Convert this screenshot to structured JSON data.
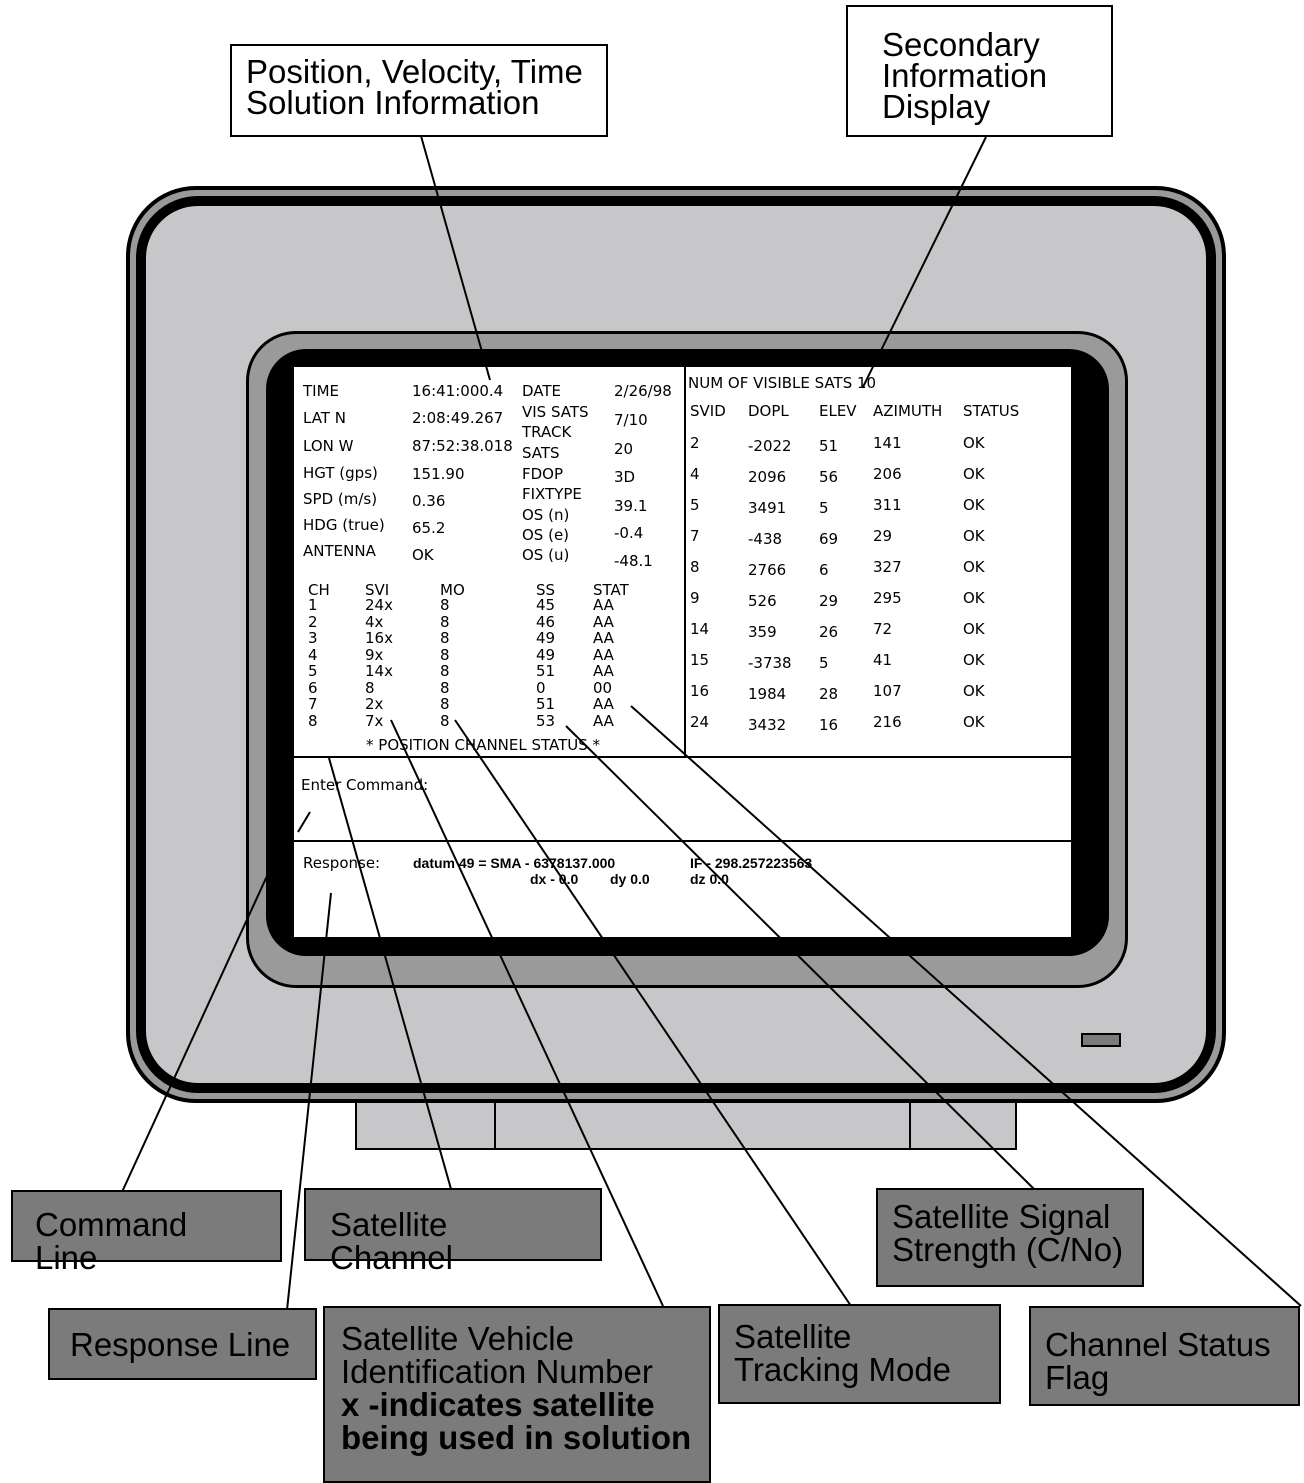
{
  "callouts": {
    "pvt_info": "Position, Velocity, Time Solution Information",
    "secondary_info": "Secondary Information Display",
    "command_line": "Command Line",
    "satellite_channel": "Satellite Channel",
    "signal_strength": "Satellite Signal Strength (C/No)",
    "response_line": "Response Line",
    "svid_title": "Satellite Vehicle Identification Number",
    "svid_note": "x -indicates satellite being used in solution",
    "tracking_mode": "Satellite Tracking Mode",
    "status_flag": "Channel Status Flag"
  },
  "solution": {
    "rows": [
      {
        "label": "TIME",
        "value": "16:41:000.4"
      },
      {
        "label": "LAT  N",
        "value": "2:08:49.267"
      },
      {
        "label": "LON  W",
        "value": "87:52:38.018"
      },
      {
        "label": "HGT (gps)",
        "value": "151.90"
      },
      {
        "label": "SPD (m/s)",
        "value": "0.36"
      },
      {
        "label": "HDG (true)",
        "value": "65.2"
      },
      {
        "label": "ANTENNA",
        "value": "OK"
      }
    ],
    "right_labels": [
      "DATE",
      "VIS SATS",
      "TRACK",
      "SATS",
      "FDOP",
      "FIXTYPE",
      "OS  (n)",
      "OS  (e)",
      "OS  (u)"
    ],
    "right_values": [
      "2/26/98",
      "7/10",
      "20",
      "3D",
      "39.1",
      "-0.4",
      "-48.1"
    ]
  },
  "channels": {
    "headers": [
      "CH",
      "SVI",
      "MO",
      "SS",
      "STAT"
    ],
    "rows": [
      [
        "1",
        "24x",
        "8",
        "45",
        "AA"
      ],
      [
        "2",
        "4x",
        "8",
        "46",
        "AA"
      ],
      [
        "3",
        "16x",
        "8",
        "49",
        "AA"
      ],
      [
        "4",
        "9x",
        "8",
        "49",
        "AA"
      ],
      [
        "5",
        "14x",
        "8",
        "51",
        "AA"
      ],
      [
        "6",
        "8",
        "8",
        "0",
        "00"
      ],
      [
        "7",
        "2x",
        "8",
        "51",
        "AA"
      ],
      [
        "8",
        "7x",
        "8",
        "53",
        "AA"
      ]
    ],
    "footer": "*  POSITION CHANNEL STATUS  *"
  },
  "visible_sats": {
    "title": "NUM OF VISIBLE SATS 10",
    "headers": [
      "SVID",
      "DOPL",
      "ELEV",
      "AZIMUTH",
      "STATUS"
    ],
    "rows": [
      [
        "2",
        "-2022",
        "51",
        "141",
        "OK"
      ],
      [
        "4",
        "2096",
        "56",
        "206",
        "OK"
      ],
      [
        "5",
        "3491",
        "5",
        "311",
        "OK"
      ],
      [
        "7",
        "-438",
        "69",
        "29",
        "OK"
      ],
      [
        "8",
        "2766",
        "6",
        "327",
        "OK"
      ],
      [
        "9",
        "526",
        "29",
        "295",
        "OK"
      ],
      [
        "14",
        "359",
        "26",
        "72",
        "OK"
      ],
      [
        "15",
        "-3738",
        "5",
        "41",
        "OK"
      ],
      [
        "16",
        "1984",
        "28",
        "107",
        "OK"
      ],
      [
        "24",
        "3432",
        "16",
        "216",
        "OK"
      ]
    ]
  },
  "command": {
    "prompt": "Enter Command:"
  },
  "response": {
    "label": "Response:",
    "line1_a": "datum 49 = SMA - 6378137.000",
    "line1_b": "IF - 298.257223563",
    "line2_a": "dx - 0.0",
    "line2_b": "dy  0.0",
    "line2_c": "dz  0.0"
  }
}
